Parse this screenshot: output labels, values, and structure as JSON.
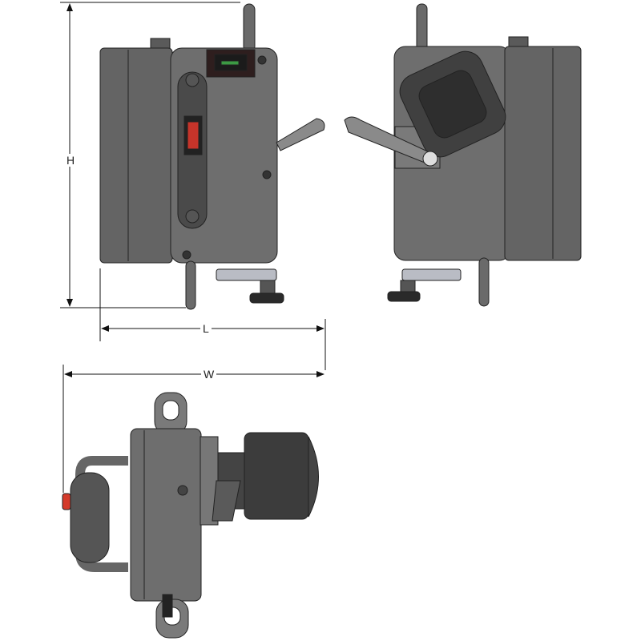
{
  "dimensions": {
    "height_label": "H",
    "length_label": "L",
    "width_label": "W"
  },
  "colors": {
    "body": "#6e6e6e",
    "body_dark": "#575757",
    "panel": "#646464",
    "part_dark": "#3a3a3a",
    "metal": "#b9bcc4",
    "button_red": "#d43a2a",
    "line": "#111111"
  }
}
